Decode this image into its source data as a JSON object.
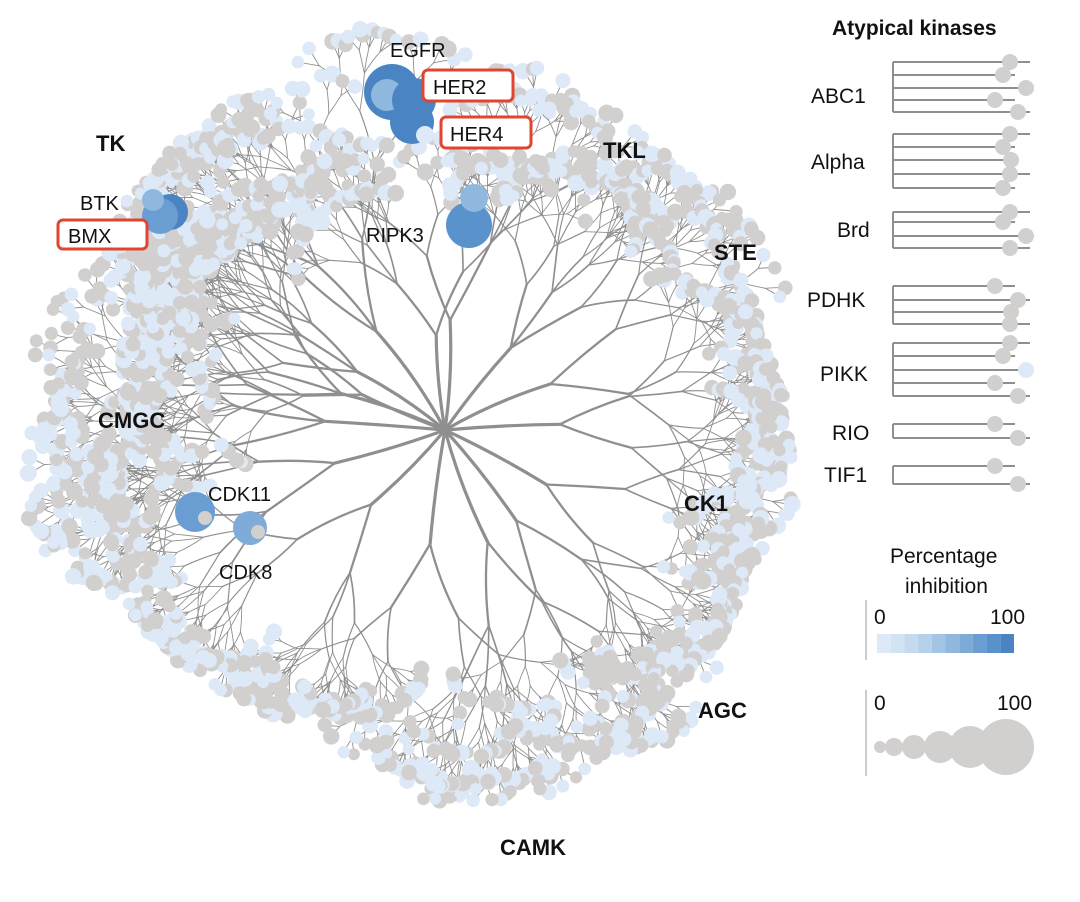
{
  "colors": {
    "branch": "#8f8f8f",
    "node_gray": "#d2cfcf",
    "blue_light": "#dde9f6",
    "blue_mid": "#8fb8df",
    "blue_dark": "#4a84c2",
    "highlight_box": "#e0452f"
  },
  "groups": [
    "TK",
    "TKL",
    "STE",
    "CMGC",
    "CK1",
    "AGC",
    "CAMK"
  ],
  "kinases": {
    "egfr": "EGFR",
    "her2": "HER2",
    "her4": "HER4",
    "btk": "BTK",
    "bmx": "BMX",
    "ripk3": "RIPK3",
    "cdk11": "CDK11",
    "cdk8": "CDK8"
  },
  "atypical": {
    "title": "Atypical kinases",
    "families": [
      "ABC1",
      "Alpha",
      "Brd",
      "PDHK",
      "PIKK",
      "RIO",
      "TIF1"
    ]
  },
  "legend": {
    "color_title_line1": "Percentage",
    "color_title_line2": "inhibition",
    "color_min": "0",
    "color_max": "100",
    "size_min": "0",
    "size_max": "100"
  }
}
